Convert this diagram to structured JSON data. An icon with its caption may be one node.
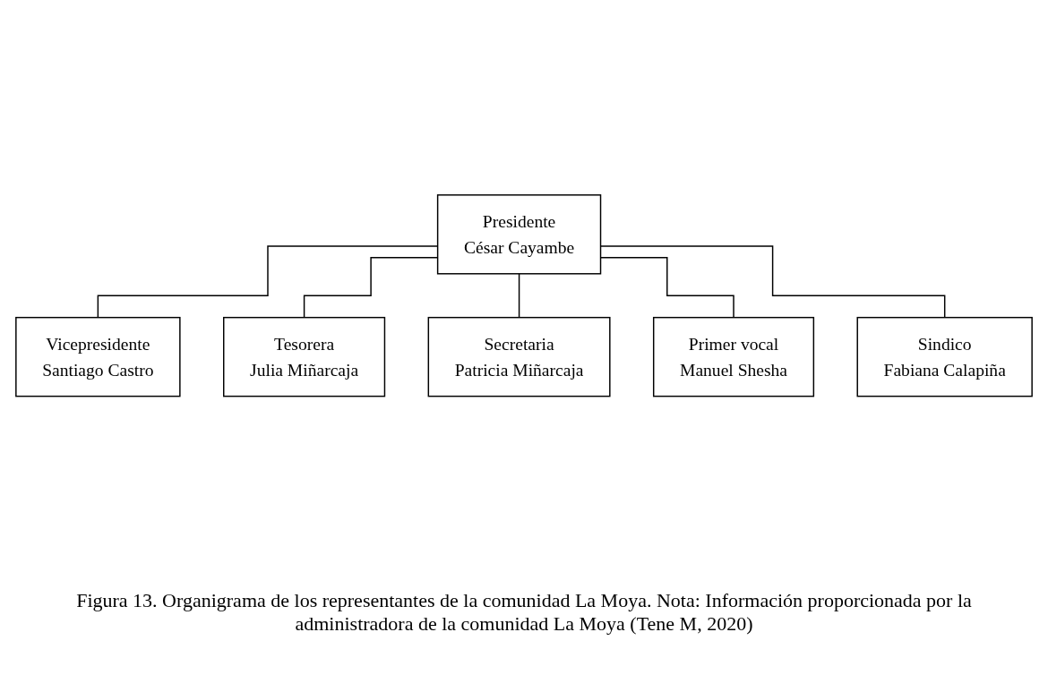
{
  "diagram": {
    "caption": "Figura 13. Organigrama de los representantes de la comunidad La Moya. Nota: Información proporcionada por la administradora de la comunidad La Moya (Tene M, 2020)",
    "nodes": [
      {
        "text": [
          "Presidente",
          "César Cayambe"
        ]
      },
      {
        "text": [
          "Vicepresidente",
          "Santiago Castro"
        ]
      },
      {
        "text": [
          "Tesorera",
          "Julia Miñarcaja"
        ]
      },
      {
        "text": [
          "Secretaria",
          "Patricia Miñarcaja"
        ]
      },
      {
        "text": [
          "Primer vocal",
          "Manuel Shesha"
        ]
      },
      {
        "text": [
          "Sindico",
          "Fabiana Calapiña"
        ]
      }
    ],
    "edges": [
      {
        "from": 0,
        "to": 1,
        "arrow": "none"
      },
      {
        "from": 0,
        "to": 2,
        "arrow": "none"
      },
      {
        "from": 0,
        "to": 3,
        "arrow": "none"
      },
      {
        "from": 0,
        "to": 4,
        "arrow": "none"
      },
      {
        "from": 0,
        "to": 5,
        "arrow": "none"
      }
    ]
  }
}
